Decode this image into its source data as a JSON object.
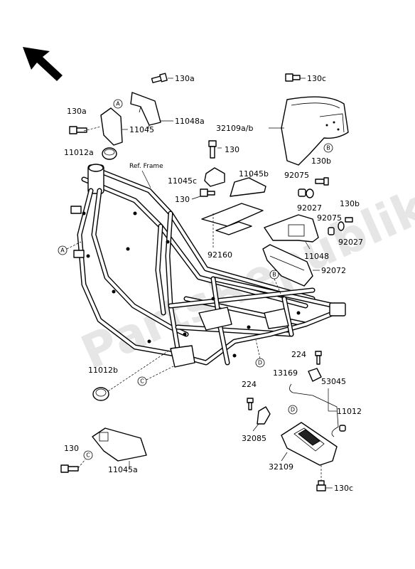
{
  "diagram": {
    "watermark": "PartsRepublik",
    "frame_reference_label": "Ref. Frame",
    "part_numbers": {
      "p130a_top": "130a",
      "p11048a": "11048a",
      "p130a_left": "130a",
      "p11045": "11045",
      "p130c_top": "130c",
      "p32109ab": "32109a/b",
      "p11012a": "11012a",
      "p130_mid": "130",
      "p11045b": "11045b",
      "p11045c": "11045c",
      "p130_small": "130",
      "p130b_upper": "130b",
      "p92075_a": "92075",
      "p92027_a": "92027",
      "p130b_right": "130b",
      "p92075_b": "92075",
      "p92027_b": "92027",
      "p92160": "92160",
      "p11048": "11048",
      "p92072": "92072",
      "p224_a": "224",
      "p11012b": "11012b",
      "p13169": "13169",
      "p53045": "53045",
      "p224_b": "224",
      "p11012": "11012",
      "p32085": "32085",
      "p130_bottom": "130",
      "p32109": "32109",
      "p11045a": "11045a",
      "p130c_bottom": "130c"
    },
    "reference_markers": {
      "a1": "A",
      "a2": "A",
      "b1": "B",
      "b2": "B",
      "c1": "C",
      "c2": "C",
      "d1": "D",
      "d2": "D"
    },
    "icons": [
      "direction-arrow-icon"
    ]
  }
}
